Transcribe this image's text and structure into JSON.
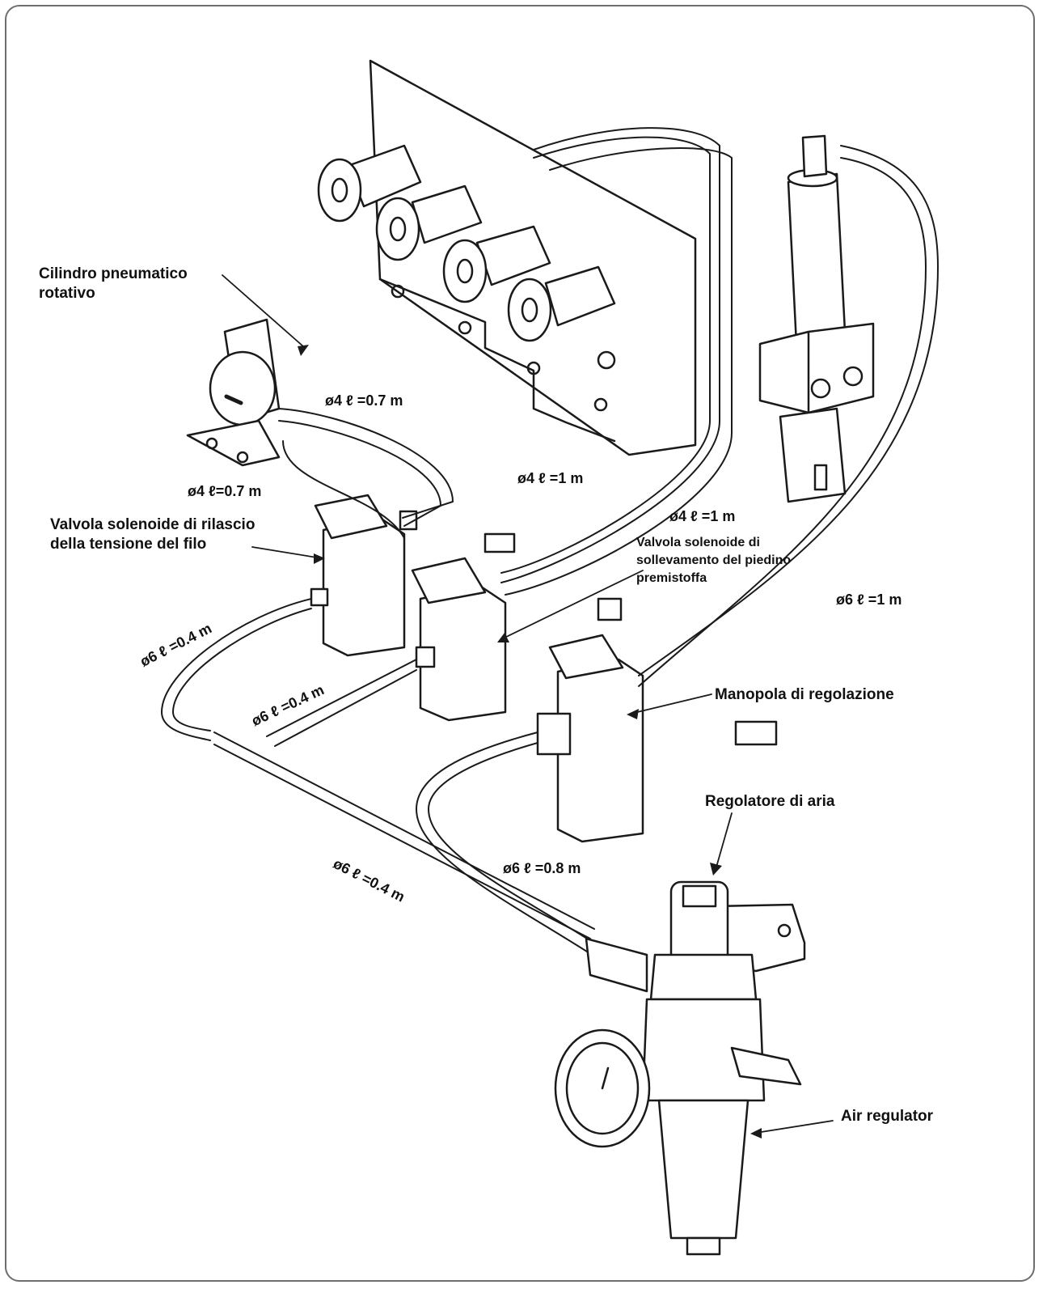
{
  "labels": {
    "rotary_cylinder": "Cilindro pneumatico rotativo",
    "thread_release_valve": "Valvola solenoide di rilascio della tensione del filo",
    "presser_lift_valve": "Valvola solenoide di sollevamento del piedino premistoffa",
    "adjust_knob": "Manopola di regolazione",
    "regulator_it": "Regolatore di aria",
    "regulator_en": "Air regulator"
  },
  "tubes": {
    "t1": "ø4  ℓ =0.7 m",
    "t2": "ø4  ℓ=0.7 m",
    "t3": "ø4  ℓ =1 m",
    "t4": "ø4  ℓ =1 m",
    "t5": "ø6  ℓ =1 m",
    "t6": "ø6  ℓ =0.4 m",
    "t7": "ø6  ℓ =0.4 m",
    "t8": "ø6  ℓ =0.8 m",
    "t9": "ø6  ℓ =0.4 m"
  }
}
